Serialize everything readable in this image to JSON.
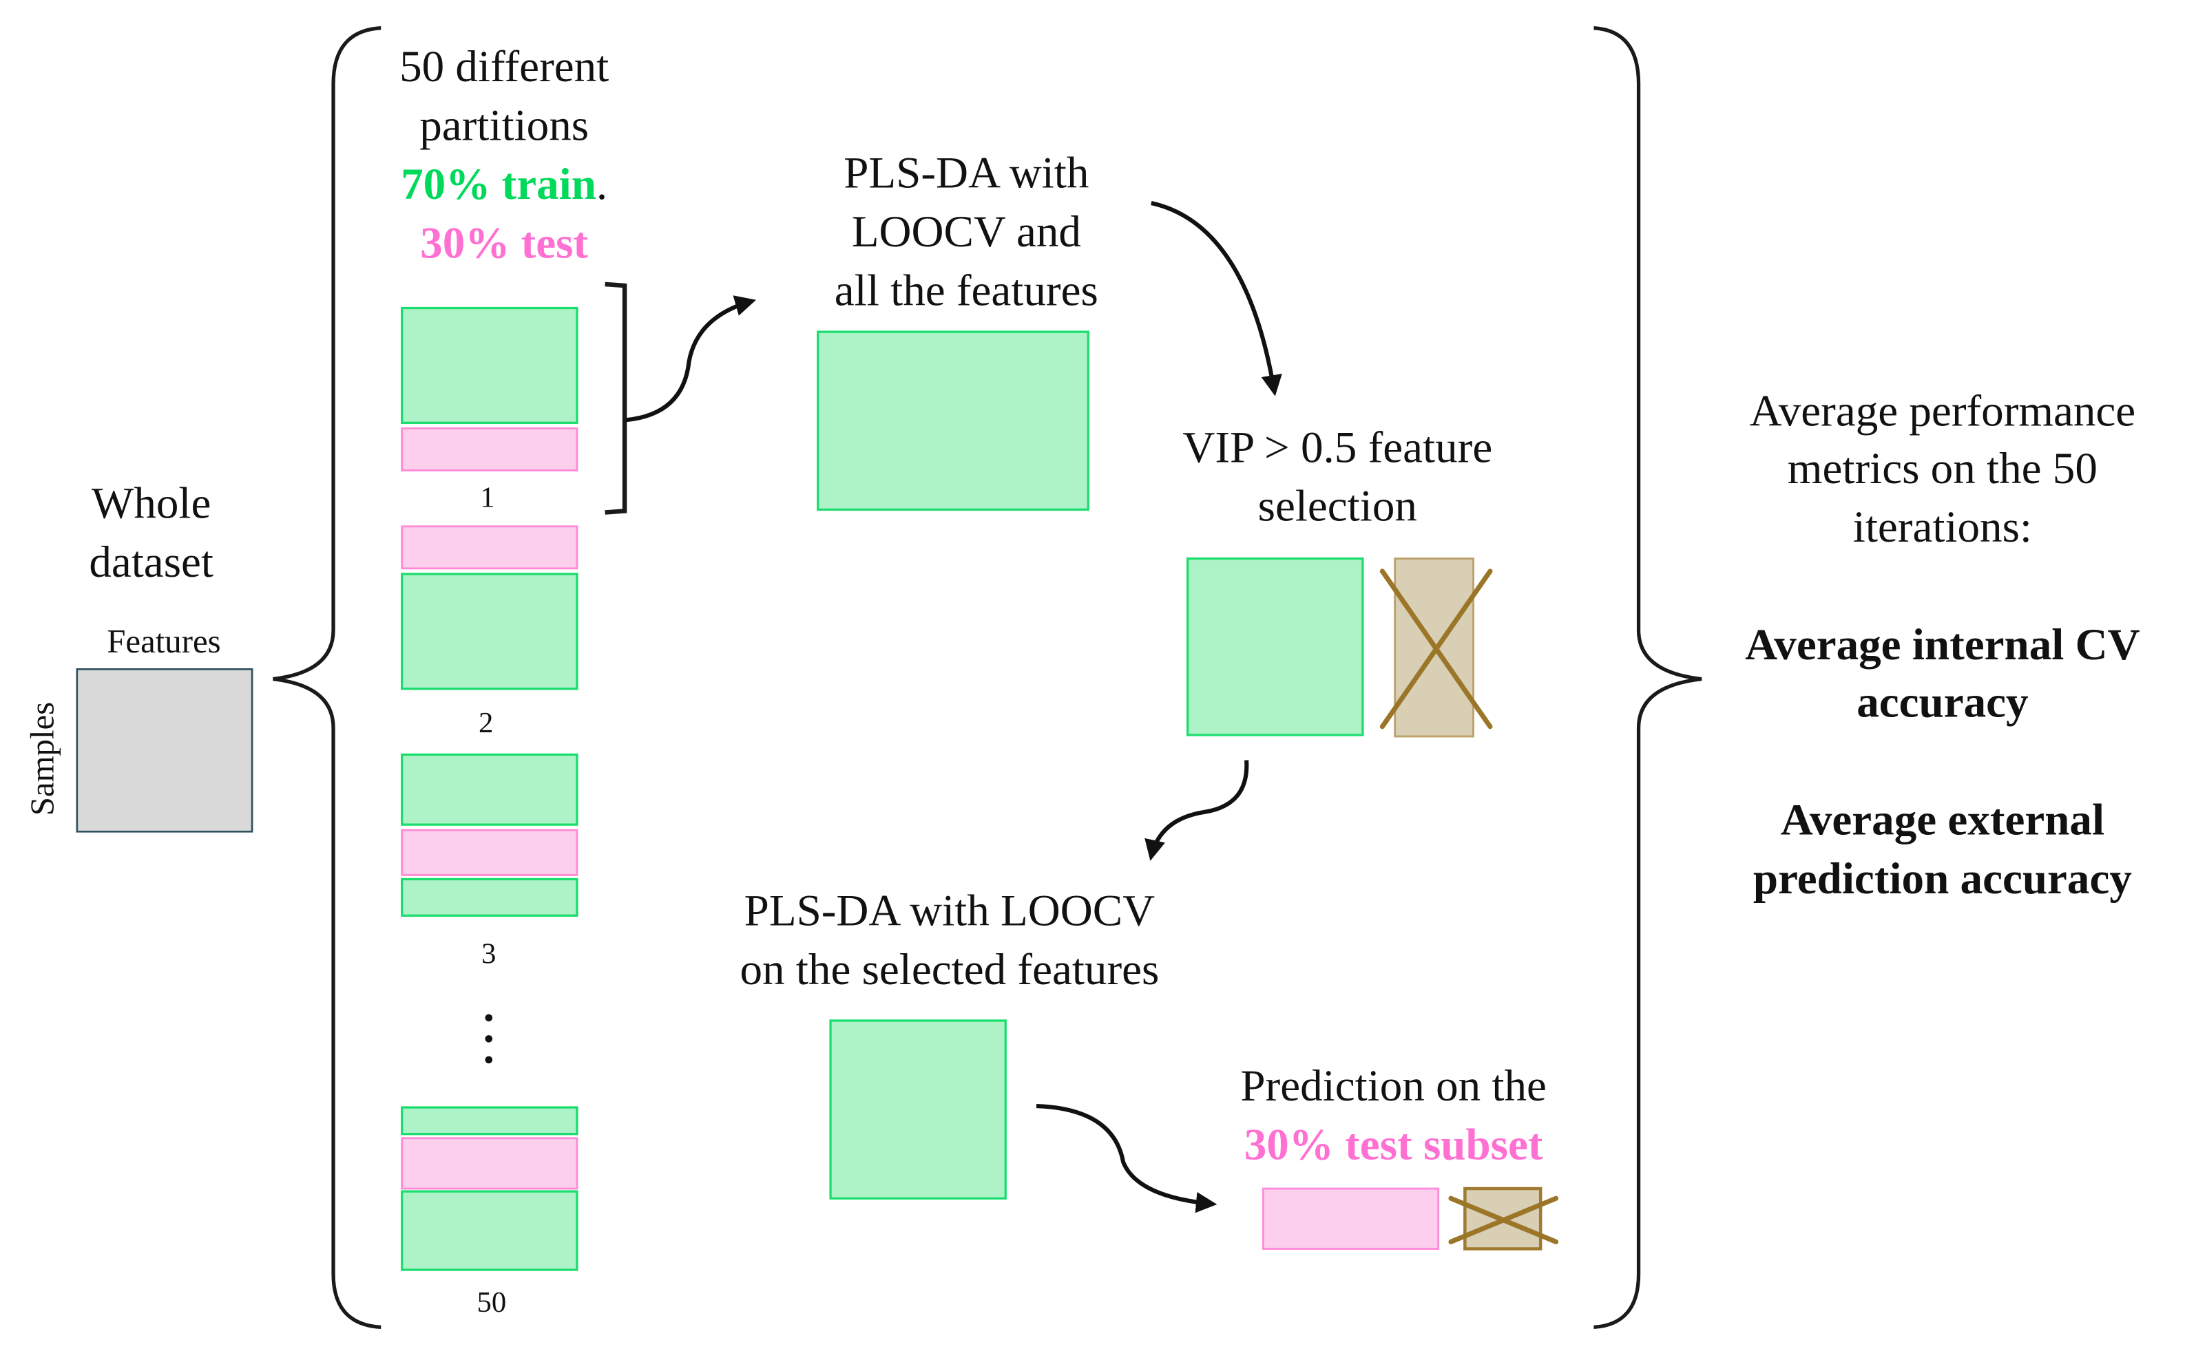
{
  "figure": {
    "whole_dataset": {
      "title_lines": [
        "Whole",
        "dataset"
      ],
      "features_label": "Features",
      "samples_label": "Samples"
    },
    "partitions": {
      "header_lines": [
        "50 different",
        "partitions"
      ],
      "train_label": "70% train",
      "separator": ".",
      "test_label": "30% test",
      "items": [
        {
          "label": "1",
          "blocks": [
            "train",
            "test"
          ]
        },
        {
          "label": "2",
          "blocks": [
            "test",
            "train"
          ]
        },
        {
          "label": "3",
          "blocks": [
            "train",
            "test",
            "train"
          ]
        },
        {
          "label": "50",
          "blocks": [
            "train",
            "test",
            "train"
          ]
        }
      ],
      "ellipsis": "⋮"
    },
    "step1": {
      "lines": [
        "PLS-DA with",
        "LOOCV and",
        "all the features"
      ]
    },
    "step2": {
      "lines": [
        "VIP > 0.5 feature",
        "selection"
      ]
    },
    "step3": {
      "lines": [
        "PLS-DA with LOOCV",
        "on the selected features"
      ]
    },
    "step4": {
      "line1": "Prediction on the",
      "line2": "30% test subset"
    },
    "results": {
      "intro_lines": [
        "Average performance",
        "metrics on the 50",
        "iterations:"
      ],
      "metric1_lines": [
        "Average internal CV",
        "accuracy"
      ],
      "metric2_lines": [
        "Average external",
        "prediction accuracy"
      ]
    },
    "colors": {
      "train": "#00d95a",
      "test": "#ff70d2",
      "train_fill": "#aef2c8",
      "test_fill": "#fcd0ec",
      "discarded_fill": "#d8cfb4",
      "discarded_stroke": "#9c7628",
      "dataset_fill": "#d9d9d9"
    }
  }
}
